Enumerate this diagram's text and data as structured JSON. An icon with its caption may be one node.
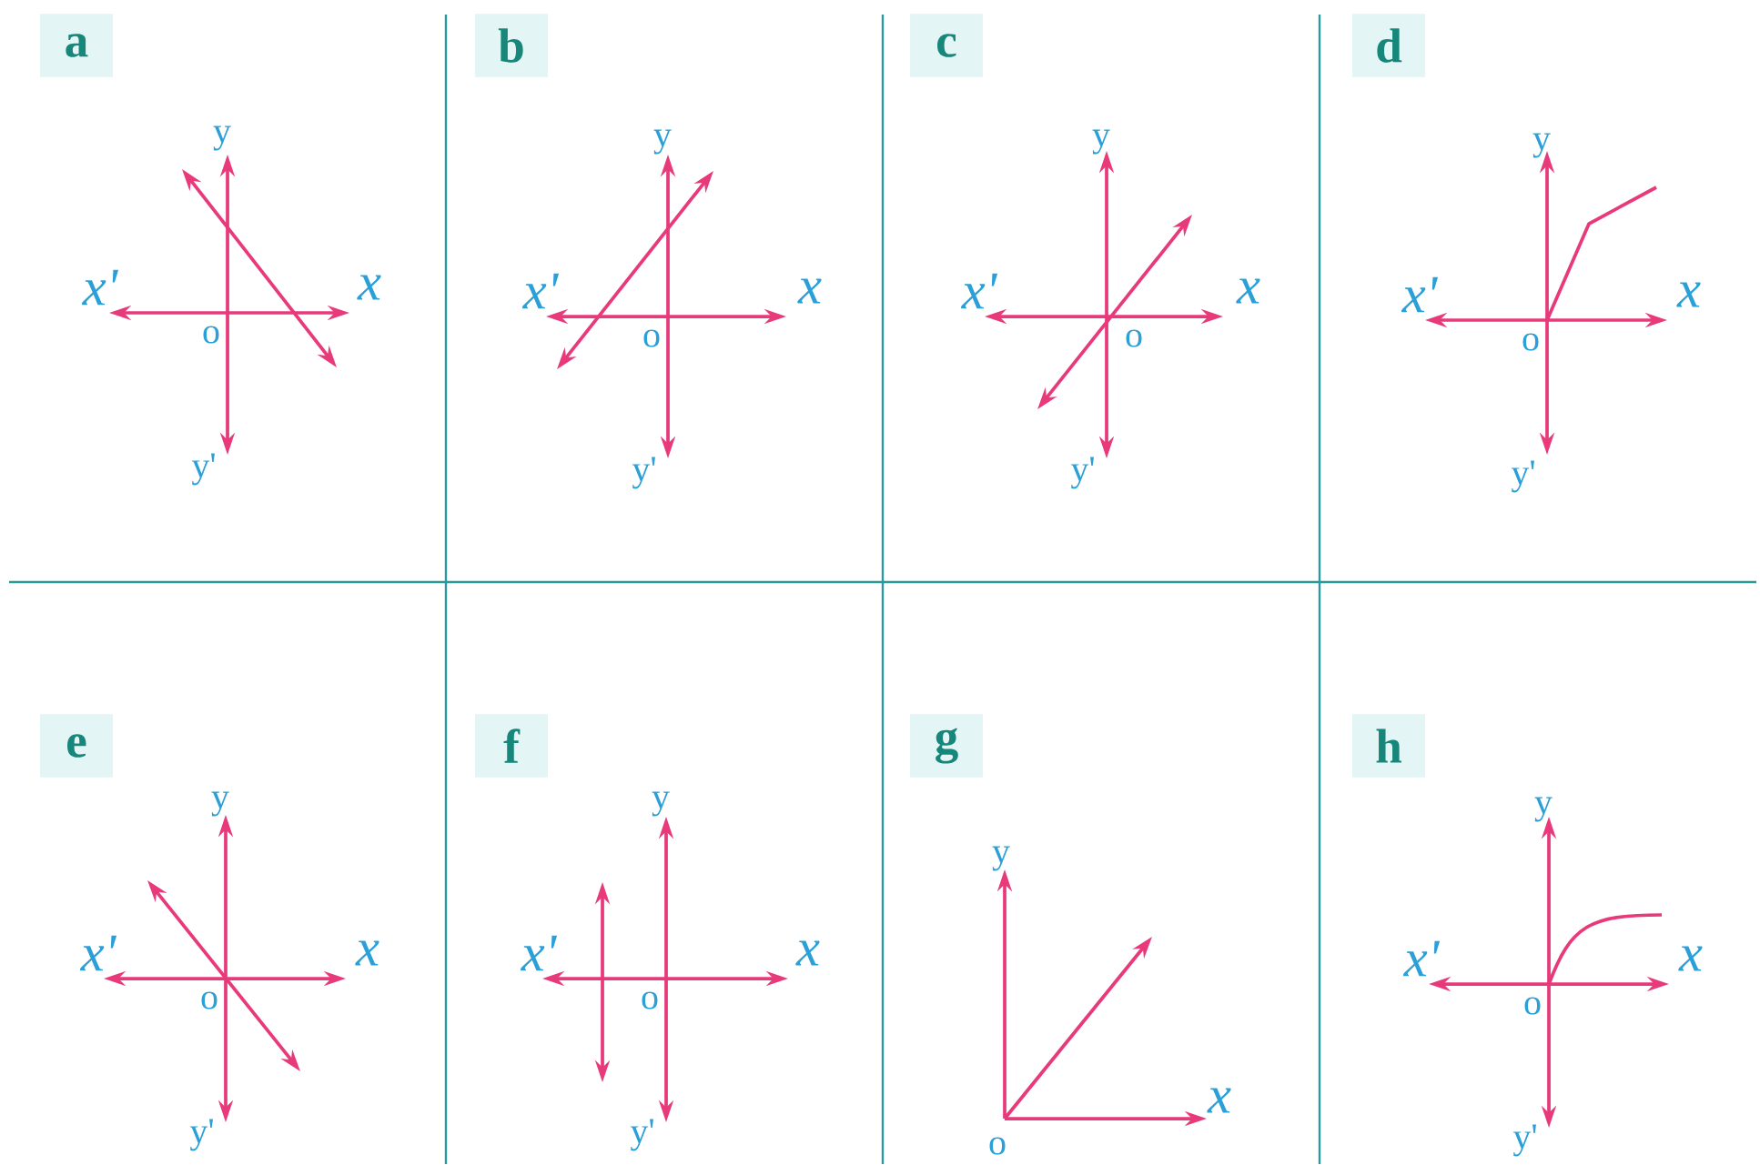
{
  "diagram": {
    "labels": [
      "a",
      "y",
      "x'",
      "x",
      "o",
      "y'",
      "b",
      "y",
      "x'",
      "x",
      "o",
      "y'",
      "c",
      "y",
      "x'",
      "x",
      "o",
      "y'",
      "d",
      "y",
      "x'",
      "x",
      "o",
      "y'",
      "e",
      "y",
      "x'",
      "x",
      "o",
      "y'",
      "f",
      "y",
      "x'",
      "x",
      "o",
      "y'",
      "g",
      "y",
      "x",
      "o",
      "h",
      "y",
      "x'",
      "x",
      "o",
      "y'"
    ]
  }
}
